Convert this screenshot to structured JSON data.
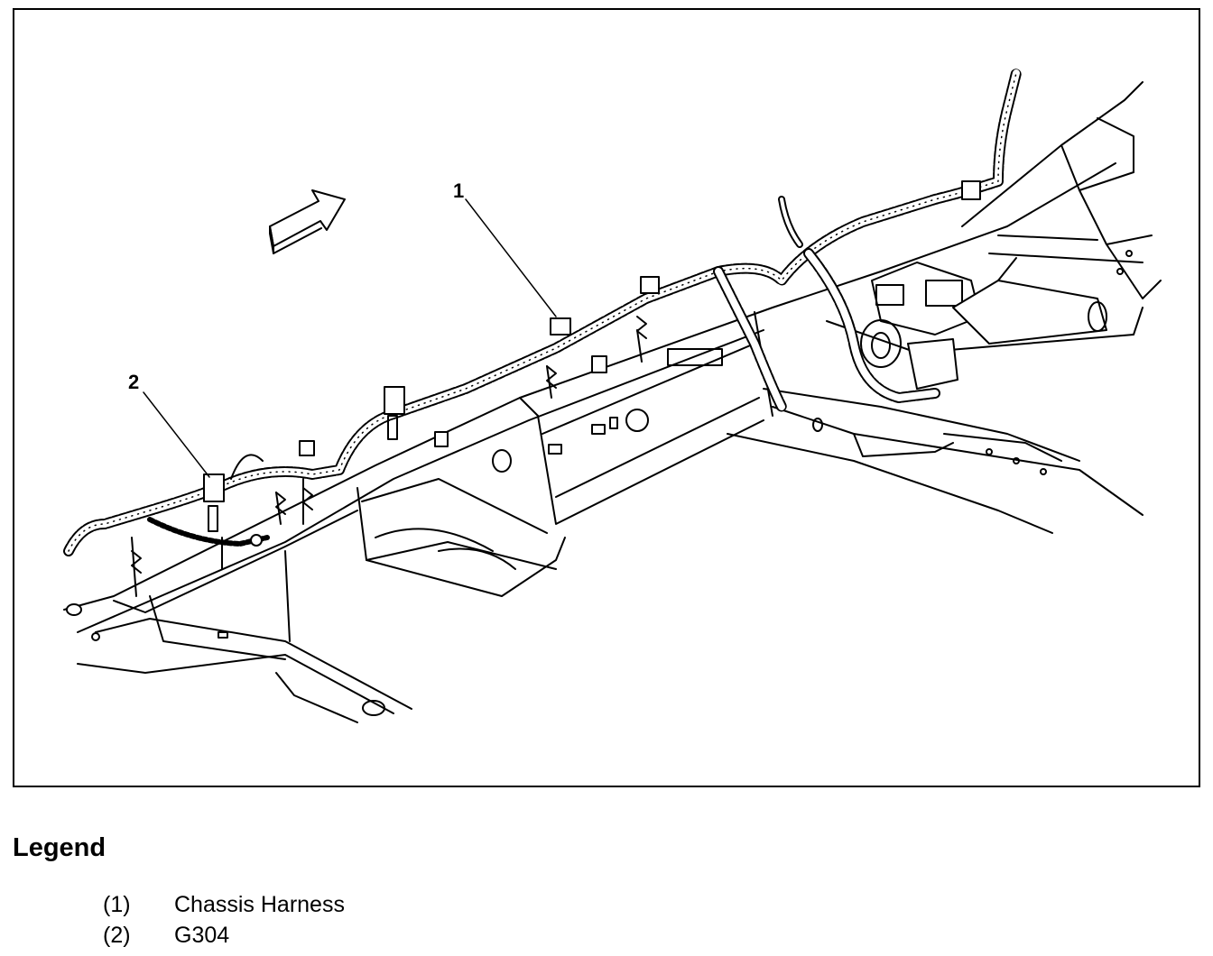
{
  "diagram": {
    "callouts": [
      {
        "id": "1",
        "label": "1"
      },
      {
        "id": "2",
        "label": "2"
      }
    ],
    "icons": [
      "direction-arrow-icon"
    ]
  },
  "legend": {
    "title": "Legend",
    "items": [
      {
        "number": "(1)",
        "label": "Chassis Harness"
      },
      {
        "number": "(2)",
        "label": "G304"
      }
    ]
  }
}
